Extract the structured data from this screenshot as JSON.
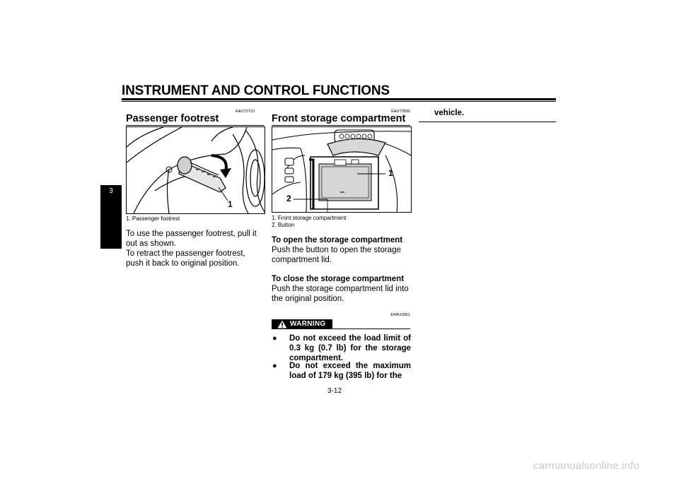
{
  "header": {
    "title": "INSTRUMENT AND CONTROL FUNCTIONS"
  },
  "tab": {
    "number": "3"
  },
  "passenger_footrest": {
    "code": "EAUT3710",
    "title": "Passenger footrest",
    "callout": "1",
    "caption": "1.  Passenger footrest",
    "text1": "To use the passenger footrest, pull it out as shown.",
    "text2": "To retract the passenger footrest, push it back to original position."
  },
  "front_storage": {
    "code": "EAUT3580",
    "title": "Front storage compartment",
    "callout1": "1",
    "callout2": "2",
    "caption1": "1.  Front storage compartment",
    "caption2": "2.  Button",
    "open_heading": "To open the storage compartment",
    "open_text": "Push the button to open the storage compartment lid.",
    "close_heading": "To close the storage compartment",
    "close_text": "Push the storage compartment lid into the original position."
  },
  "warning": {
    "code": "EWA10961",
    "label": "WARNING",
    "bullet1": "Do not exceed the load limit of 0.3 kg (0.7 lb) for the storage compartment.",
    "bullet2": "Do not exceed the maximum load of 179 kg (395 lb) for the",
    "continued": "vehicle."
  },
  "page_number": "3-12",
  "watermark": "carmanualsonline.info"
}
